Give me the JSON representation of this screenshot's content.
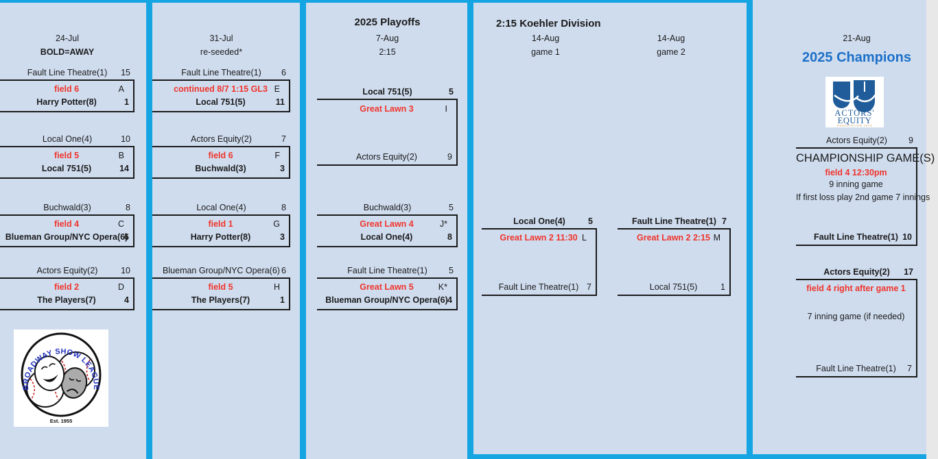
{
  "header": {
    "col1_date": "24-Jul",
    "col1_note": "BOLD=AWAY",
    "col2_date": "31-Jul",
    "col2_note": "re-seeded*",
    "col3_title": "2025 Playoffs",
    "col3_date": "7-Aug",
    "col3_time": "2:15",
    "col4_title": "2:15 Koehler Division",
    "col4_game1_date": "14-Aug",
    "col4_game1_label": "game 1",
    "col4_game2_date": "14-Aug",
    "col4_game2_label": "game 2",
    "col5_date": "21-Aug",
    "col5_champions": "2025 Champions"
  },
  "matches": {
    "A": {
      "top": "Fault Line Theatre(1)",
      "top_score": "15",
      "field": "field 6",
      "letter": "A",
      "bottom": "Harry Potter(8)",
      "bottom_score": "1"
    },
    "B": {
      "top": "Local One(4)",
      "top_score": "10",
      "field": "field 5",
      "letter": "B",
      "bottom": "Local 751(5)",
      "bottom_score": "14"
    },
    "C": {
      "top": "Buchwald(3)",
      "top_score": "8",
      "field": "field 4",
      "letter": "C",
      "bottom": "Blueman Group/NYC Opera(6)",
      "bottom_score": "6"
    },
    "D": {
      "top": "Actors Equity(2)",
      "top_score": "10",
      "field": "field 2",
      "letter": "D",
      "bottom": "The Players(7)",
      "bottom_score": "4"
    },
    "E": {
      "top": "Fault Line Theatre(1)",
      "top_score": "6",
      "field": "continued 8/7 1:15 GL3",
      "letter": "E",
      "bottom": "Local 751(5)",
      "bottom_score": "11"
    },
    "F": {
      "top": "Actors Equity(2)",
      "top_score": "7",
      "field": "field 6",
      "letter": "F",
      "bottom": "Buchwald(3)",
      "bottom_score": "3"
    },
    "G": {
      "top": "Local One(4)",
      "top_score": "8",
      "field": "field 1",
      "letter": "G",
      "bottom": "Harry Potter(8)",
      "bottom_score": "3"
    },
    "H": {
      "top": "Blueman Group/NYC Opera(6)",
      "top_score": "6",
      "field": "field 5",
      "letter": "H",
      "bottom": "The Players(7)",
      "bottom_score": "1"
    },
    "I": {
      "top": "Local 751(5)",
      "top_score": "5",
      "field": "Great Lawn 3",
      "letter": "I",
      "bottom": "Actors Equity(2)",
      "bottom_score": "9"
    },
    "J": {
      "top": "Buchwald(3)",
      "top_score": "5",
      "field": "Great Lawn 4",
      "letter": "J*",
      "bottom": "Local One(4)",
      "bottom_score": "8"
    },
    "K": {
      "top": "Fault Line Theatre(1)",
      "top_score": "5",
      "field": "Great Lawn 5",
      "letter": "K*",
      "bottom": "Blueman Group/NYC Opera(6)",
      "bottom_score": "4"
    },
    "L": {
      "top": "Local One(4)",
      "top_score": "5",
      "field": "Great Lawn 2  11:30",
      "letter": "L",
      "bottom": "Fault Line Theatre(1)",
      "bottom_score": "7"
    },
    "M": {
      "top": "Fault Line Theatre(1)",
      "top_score": "7",
      "field": "Great Lawn 2  2:15",
      "letter": "M",
      "bottom": "Local 751(5)",
      "bottom_score": "1"
    }
  },
  "championship": {
    "game1": {
      "top": "Actors Equity(2)",
      "top_score": "9",
      "title": "CHAMPIONSHIP GAME(S)",
      "field": "field 4  12:30pm",
      "note1": "9 inning game",
      "note2": "If first loss play 2nd game 7 innings",
      "bottom": "Fault Line Theatre(1)",
      "bottom_score": "10"
    },
    "game2": {
      "top": "Actors Equity(2)",
      "top_score": "17",
      "field": "field 4 right after game 1",
      "note1": "7 inning game (if needed)",
      "bottom": "Fault Line Theatre(1)",
      "bottom_score": "7"
    }
  },
  "logos": {
    "bsl_arc": "BROADWAY SHOW LEAGUE",
    "bsl_est": "Est. 1955",
    "ae_line1": "ACTORS'",
    "ae_line2": "EQUITY",
    "ae_line3": "ASSOCIATION 1913"
  },
  "colors": {
    "background": "#CFDCEE",
    "divider": "#16A5E3",
    "accent_red": "#F0342B",
    "champions_blue": "#1C70C8",
    "logo_blue": "#1F5C99"
  }
}
